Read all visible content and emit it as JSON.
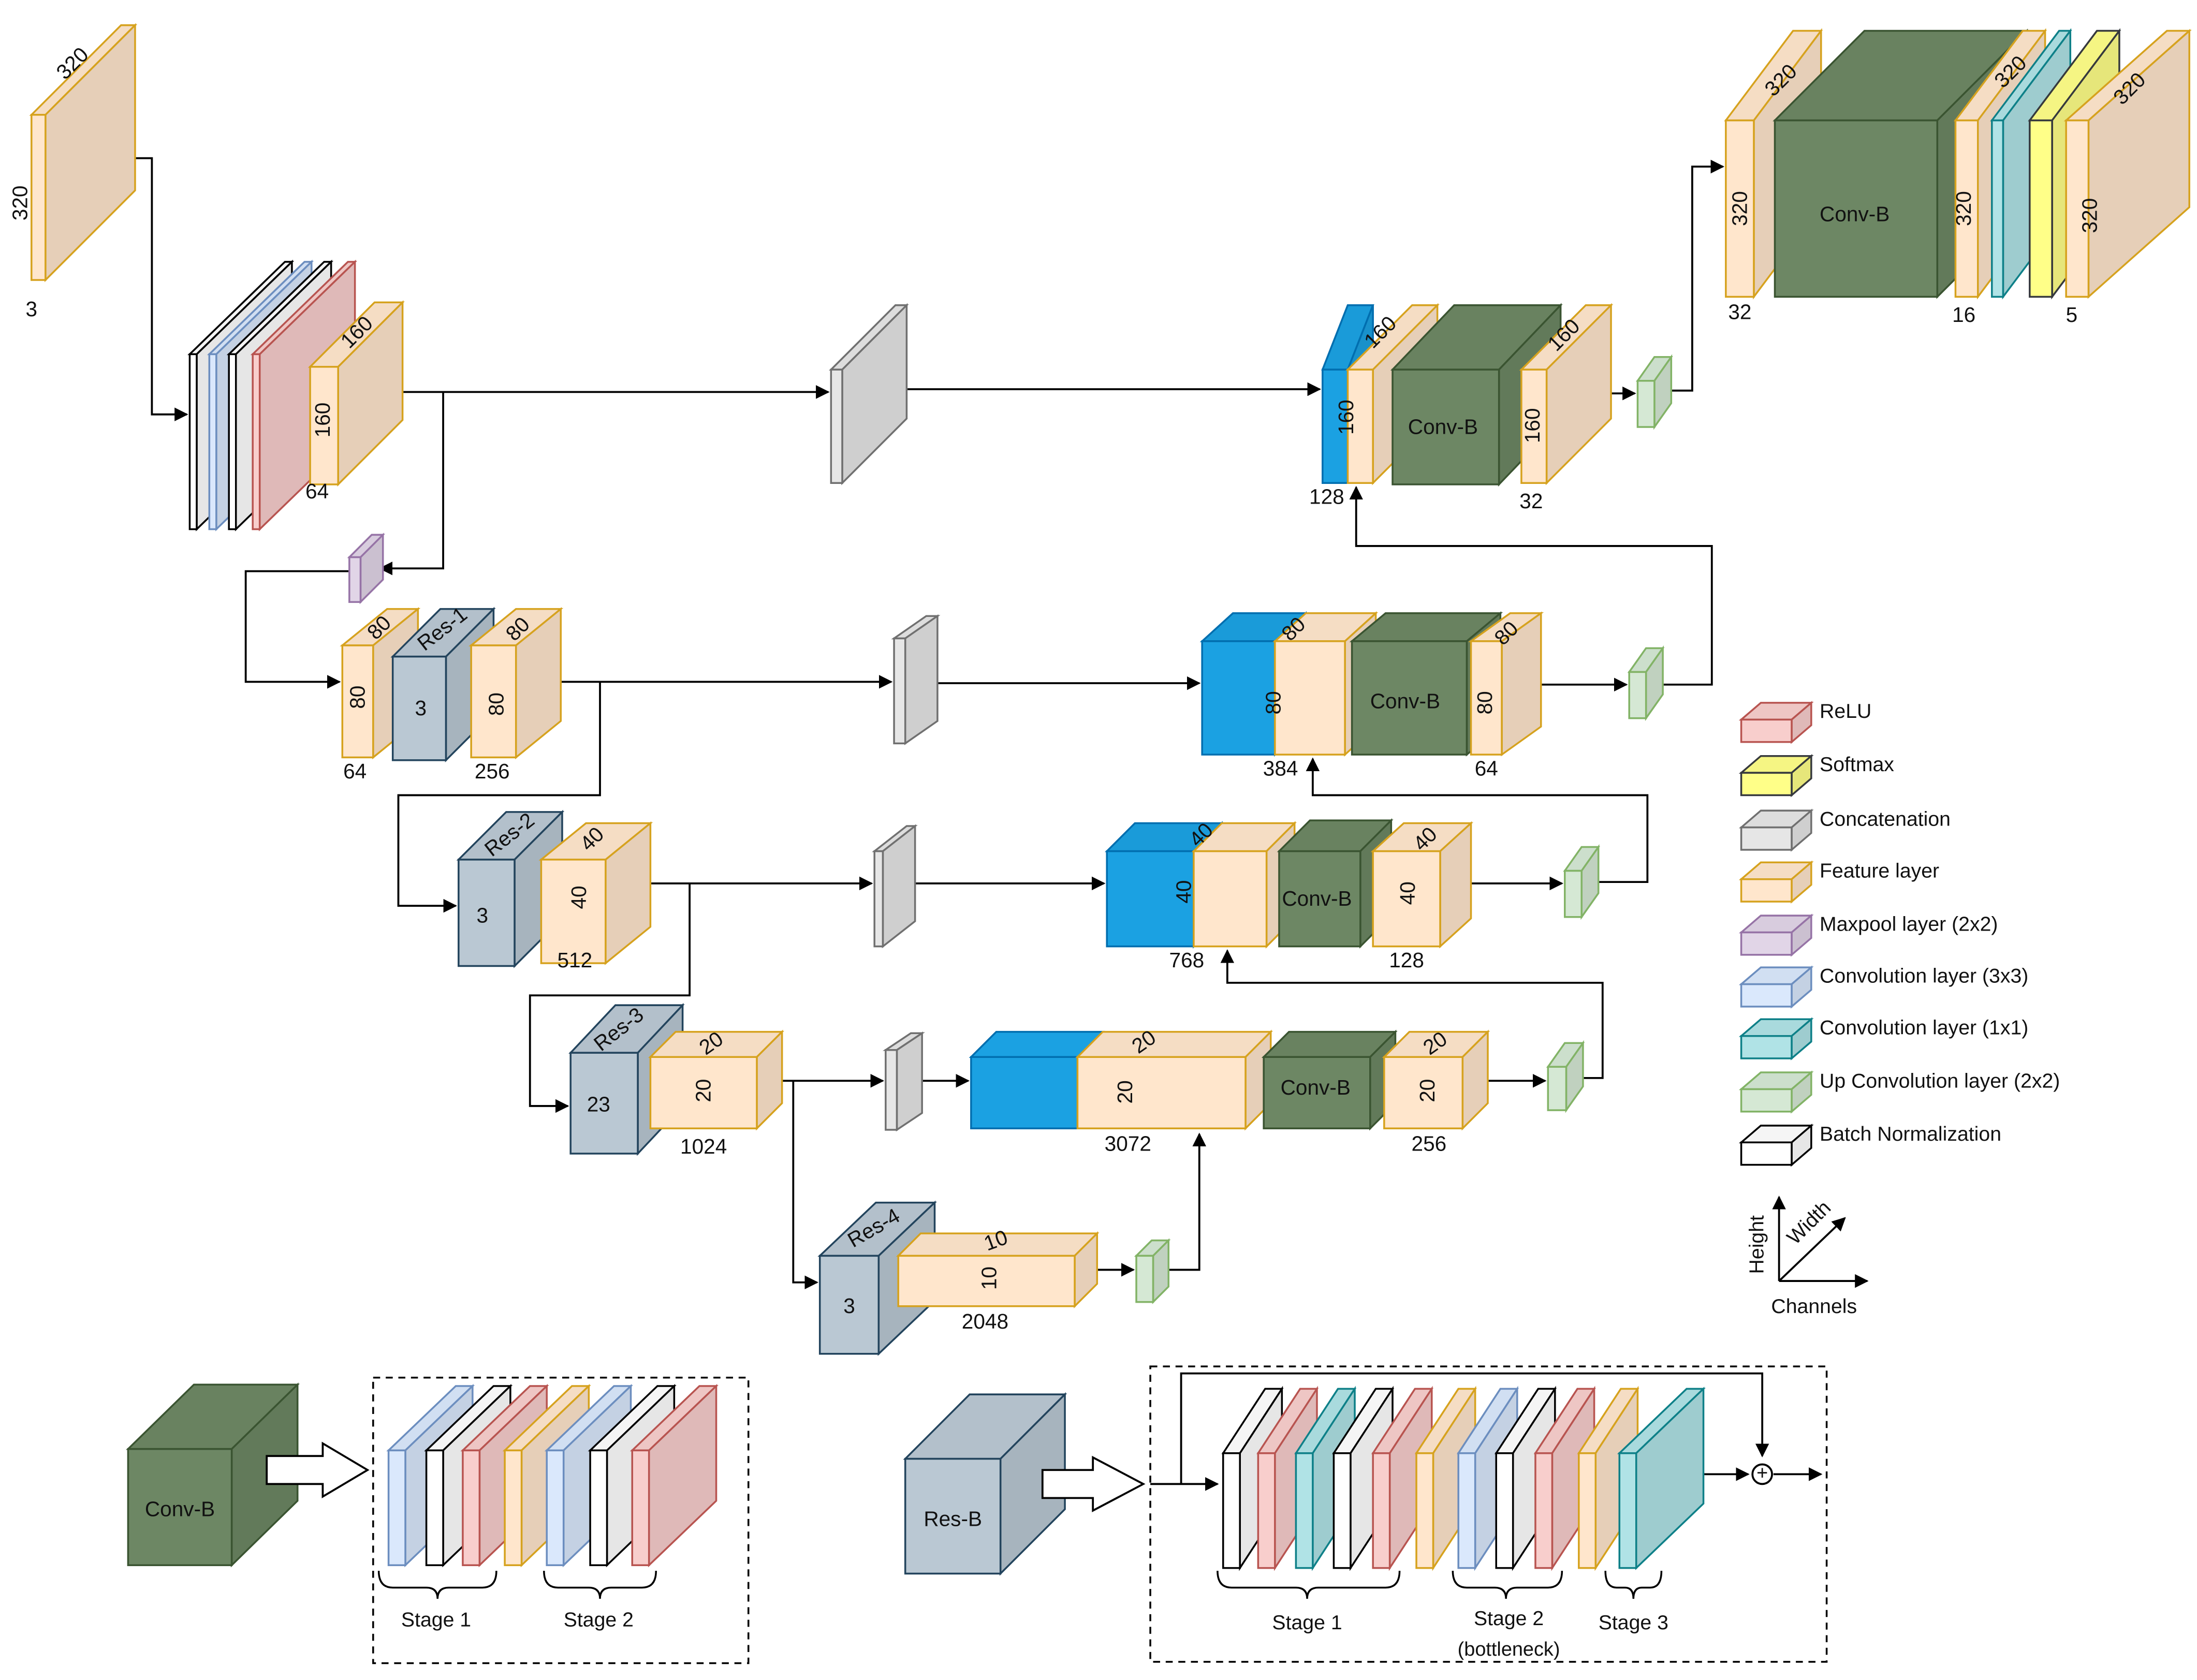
{
  "colors": {
    "feature": "#ffe6cc",
    "feature_edge": "#d6a21e",
    "relu": "#f8cecc",
    "relu_edge": "#b85450",
    "softmax": "#ffff88",
    "softmax_edge": "#36393d",
    "concat": "#e6e6e6",
    "concat_edge": "#707070",
    "maxpool": "#e1d5e7",
    "maxpool_edge": "#9673a6",
    "conv3": "#dae8fc",
    "conv3_edge": "#6c8ebf",
    "conv1": "#b0e3e6",
    "conv1_edge": "#0e8088",
    "upconv": "#d5e8d4",
    "upconv_edge": "#82b366",
    "bn": "#ffffff",
    "bn_edge": "#000000",
    "convb": "#6d8764",
    "convb_edge": "#3a5431",
    "res": "#bac8d3",
    "res_edge": "#23445d",
    "blue": "#1ba1e2",
    "blue_edge": "#006eaf"
  },
  "encoder": {
    "input": {
      "w": "320",
      "h": "320",
      "c": "3"
    },
    "stem": {
      "w": "160",
      "h": "160",
      "c": "64"
    },
    "res1": {
      "name": "Res-1",
      "count": "3",
      "pre_w": "80",
      "pre_h": "80",
      "pre_c": "64",
      "out_w": "80",
      "out_h": "80",
      "out_c": "256"
    },
    "res2": {
      "name": "Res-2",
      "count": "3",
      "w": "40",
      "h": "40",
      "c": "512"
    },
    "res3": {
      "name": "Res-3",
      "count": "23",
      "w": "20",
      "h": "20",
      "c": "1024"
    },
    "res4": {
      "name": "Res-4",
      "count": "3",
      "w": "10",
      "h": "10",
      "c": "2048"
    }
  },
  "decoder": {
    "d20": {
      "concat_w": "20",
      "concat_h": "20",
      "concat_c": "3072",
      "block": "Conv-B",
      "w": "20",
      "h": "20",
      "c": "256"
    },
    "d40": {
      "concat_w": "40",
      "concat_h": "40",
      "concat_c": "768",
      "block": "Conv-B",
      "w": "40",
      "h": "40",
      "c": "128"
    },
    "d80": {
      "concat_w": "80",
      "concat_h": "80",
      "concat_c": "384",
      "block": "Conv-B",
      "w": "80",
      "h": "80",
      "c": "64"
    },
    "d160": {
      "concat_w": "160",
      "concat_h": "160",
      "concat_c": "128",
      "block": "Conv-B",
      "w": "160",
      "h": "160",
      "c": "32"
    },
    "head": {
      "in_w": "320",
      "in_h": "320",
      "in_c": "32",
      "block": "Conv-B",
      "mid_w": "320",
      "mid_h": "320",
      "mid_c": "16",
      "out_w": "320",
      "out_h": "320",
      "out_c": "5"
    }
  },
  "legend": {
    "items": [
      "ReLU",
      "Softmax",
      "Concatenation",
      "Feature layer",
      "Maxpool layer (2x2)",
      "Convolution layer (3x3)",
      "Convolution layer (1x1)",
      "Up Convolution layer (2x2)",
      "Batch Normalization"
    ],
    "axes": {
      "height": "Height",
      "width": "Width",
      "channels": "Channels"
    }
  },
  "detail": {
    "convb": {
      "name": "Conv-B",
      "stage1": "Stage 1",
      "stage2": "Stage 2"
    },
    "resb": {
      "name": "Res-B",
      "stage1": "Stage 1",
      "stage2": "Stage 2",
      "stage2_note": "(bottleneck)",
      "stage3": "Stage 3",
      "sum": "+"
    }
  }
}
